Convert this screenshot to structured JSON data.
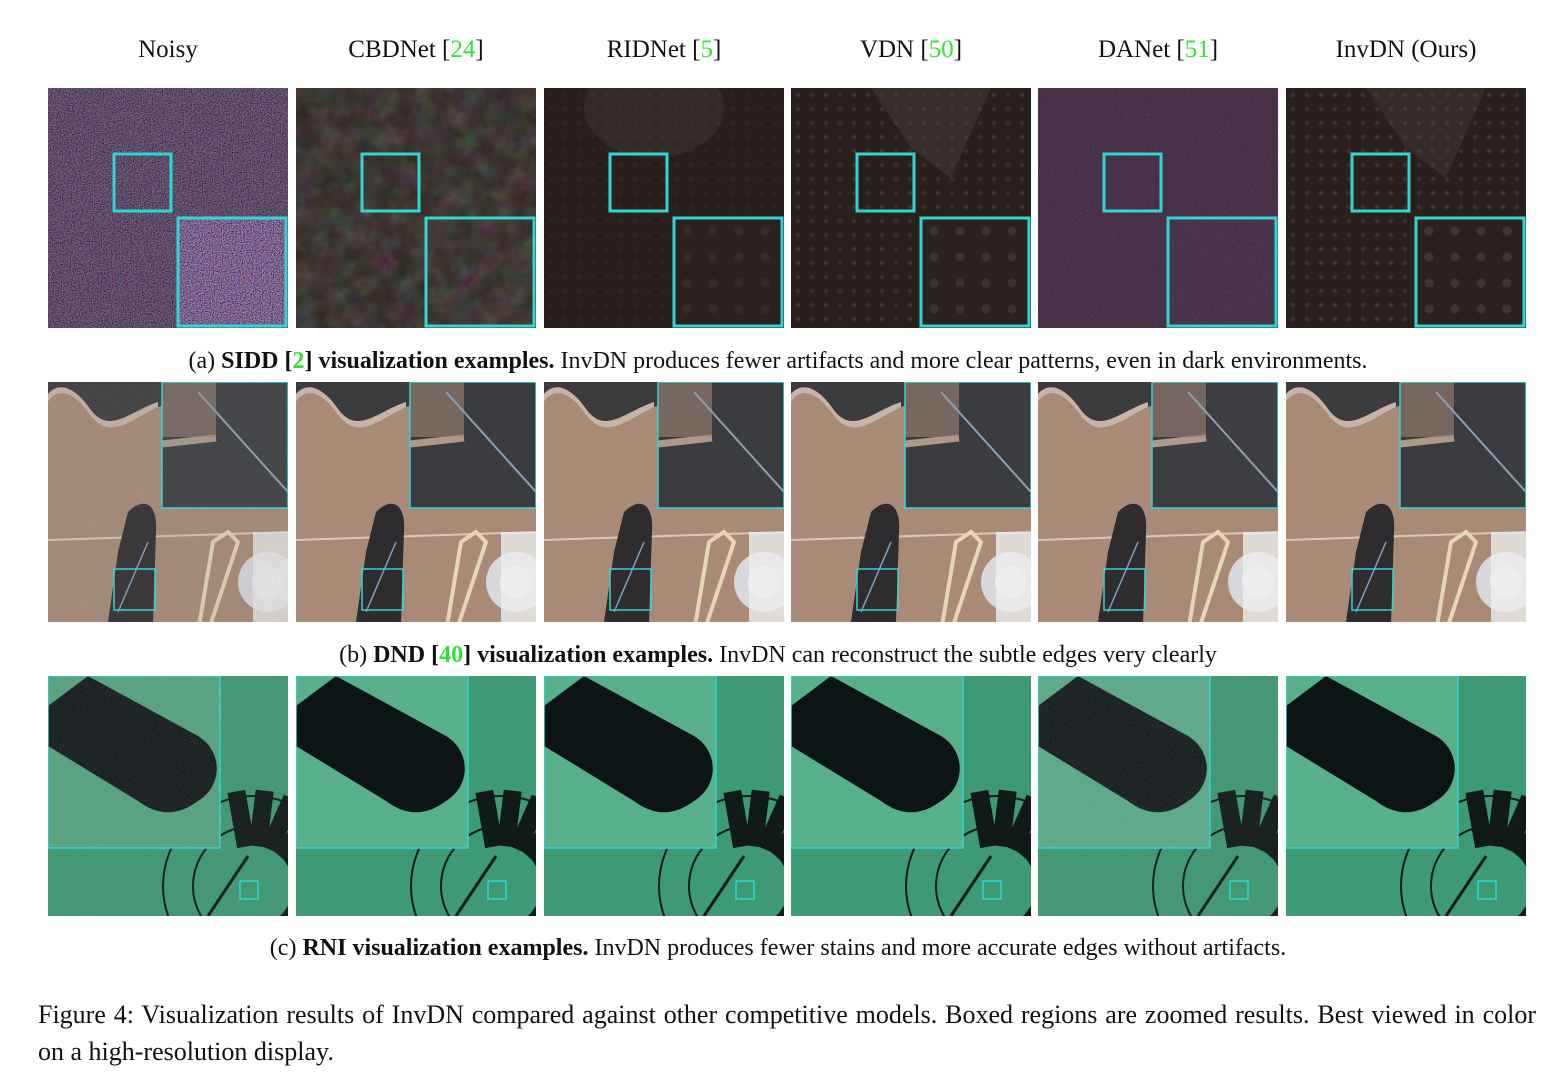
{
  "columns": [
    {
      "name": "Noisy",
      "ref": ""
    },
    {
      "name": "CBDNet [",
      "ref": "24",
      "close": "]"
    },
    {
      "name": "RIDNet [",
      "ref": "5",
      "close": "]"
    },
    {
      "name": "VDN [",
      "ref": "50",
      "close": "]"
    },
    {
      "name": "DANet [",
      "ref": "51",
      "close": "]"
    },
    {
      "name": "InvDN (Ours)",
      "ref": ""
    }
  ],
  "captions": {
    "a": {
      "prefix": "(a) ",
      "bold_pre": "SIDD [",
      "ref": "2",
      "bold_post": "] visualization examples.",
      "text": " InvDN produces fewer artifacts and more clear patterns, even in dark environments."
    },
    "b": {
      "prefix": "(b) ",
      "bold_pre": "DND [",
      "ref": "40",
      "bold_post": "] visualization examples.",
      "text": " InvDN can reconstruct the subtle edges very clearly"
    },
    "c": {
      "prefix": "(c) ",
      "bold_pre": "RNI visualization examples.",
      "text": " InvDN produces fewer stains and more accurate edges without artifacts."
    }
  },
  "figure_caption": "Figure 4: Visualization results of InvDN compared against other competitive models. Boxed regions are zoomed results. Best viewed in color on a high-resolution display.",
  "colors": {
    "reference_link": "#33e033",
    "zoom_box": "#2fd6d6",
    "sidd_bg": "#2a1e1c",
    "sidd_danet_bg": "#3a1f3a",
    "dnd_ground": "#a88a76",
    "rni_sky": "#3e9a74"
  }
}
